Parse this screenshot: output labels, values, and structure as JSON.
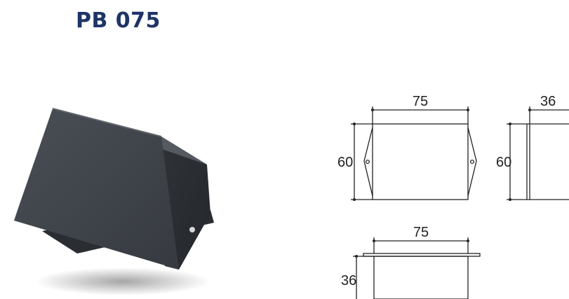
{
  "product": {
    "title": "PB 075"
  },
  "front_view": {
    "width_label": "75",
    "height_label": "60"
  },
  "side_view": {
    "depth_label": "36",
    "height_label": "60"
  },
  "top_view": {
    "width_label": "75",
    "height_label": "36"
  },
  "colors": {
    "title": "#1f3466",
    "enclosure": "#3d4249",
    "line": "#222222"
  }
}
